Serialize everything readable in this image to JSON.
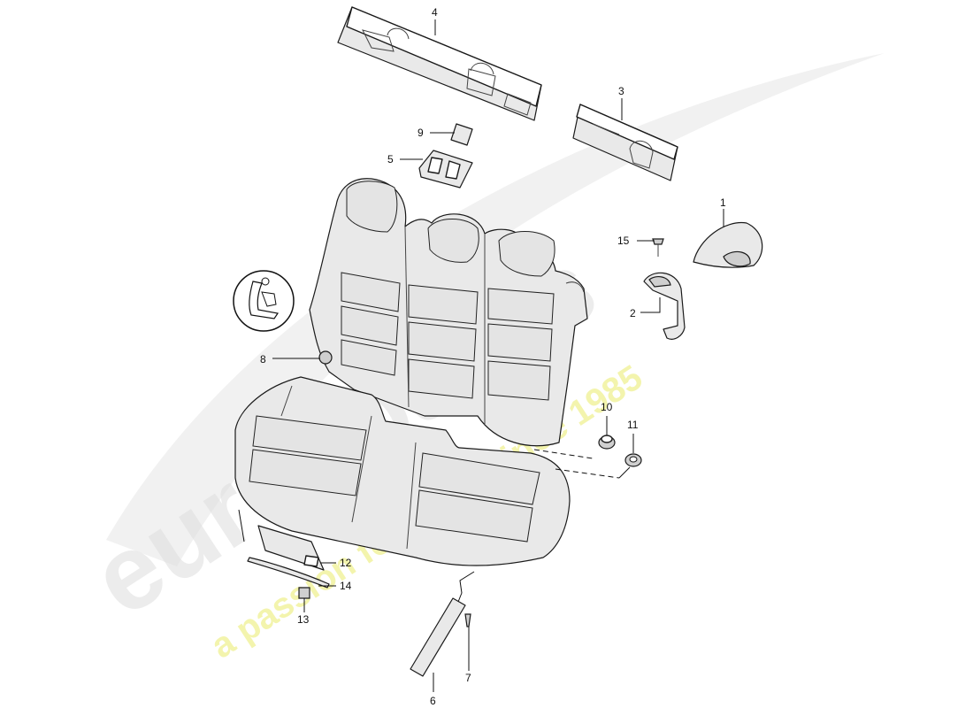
{
  "watermark": {
    "brand": "eurospares",
    "tagline": "a passion for parts since 1985",
    "brand_color": "#d9d9d9",
    "tagline_color": "#eef0a0"
  },
  "callouts": {
    "c1": "1",
    "c2": "2",
    "c3": "3",
    "c4": "4",
    "c5": "5",
    "c6": "6",
    "c7": "7",
    "c8": "8",
    "c9": "9",
    "c10": "10",
    "c11": "11",
    "c12": "12",
    "c13": "13",
    "c14": "14",
    "c15": "15"
  },
  "icons": {
    "seat_symbol": "seat-icon"
  }
}
